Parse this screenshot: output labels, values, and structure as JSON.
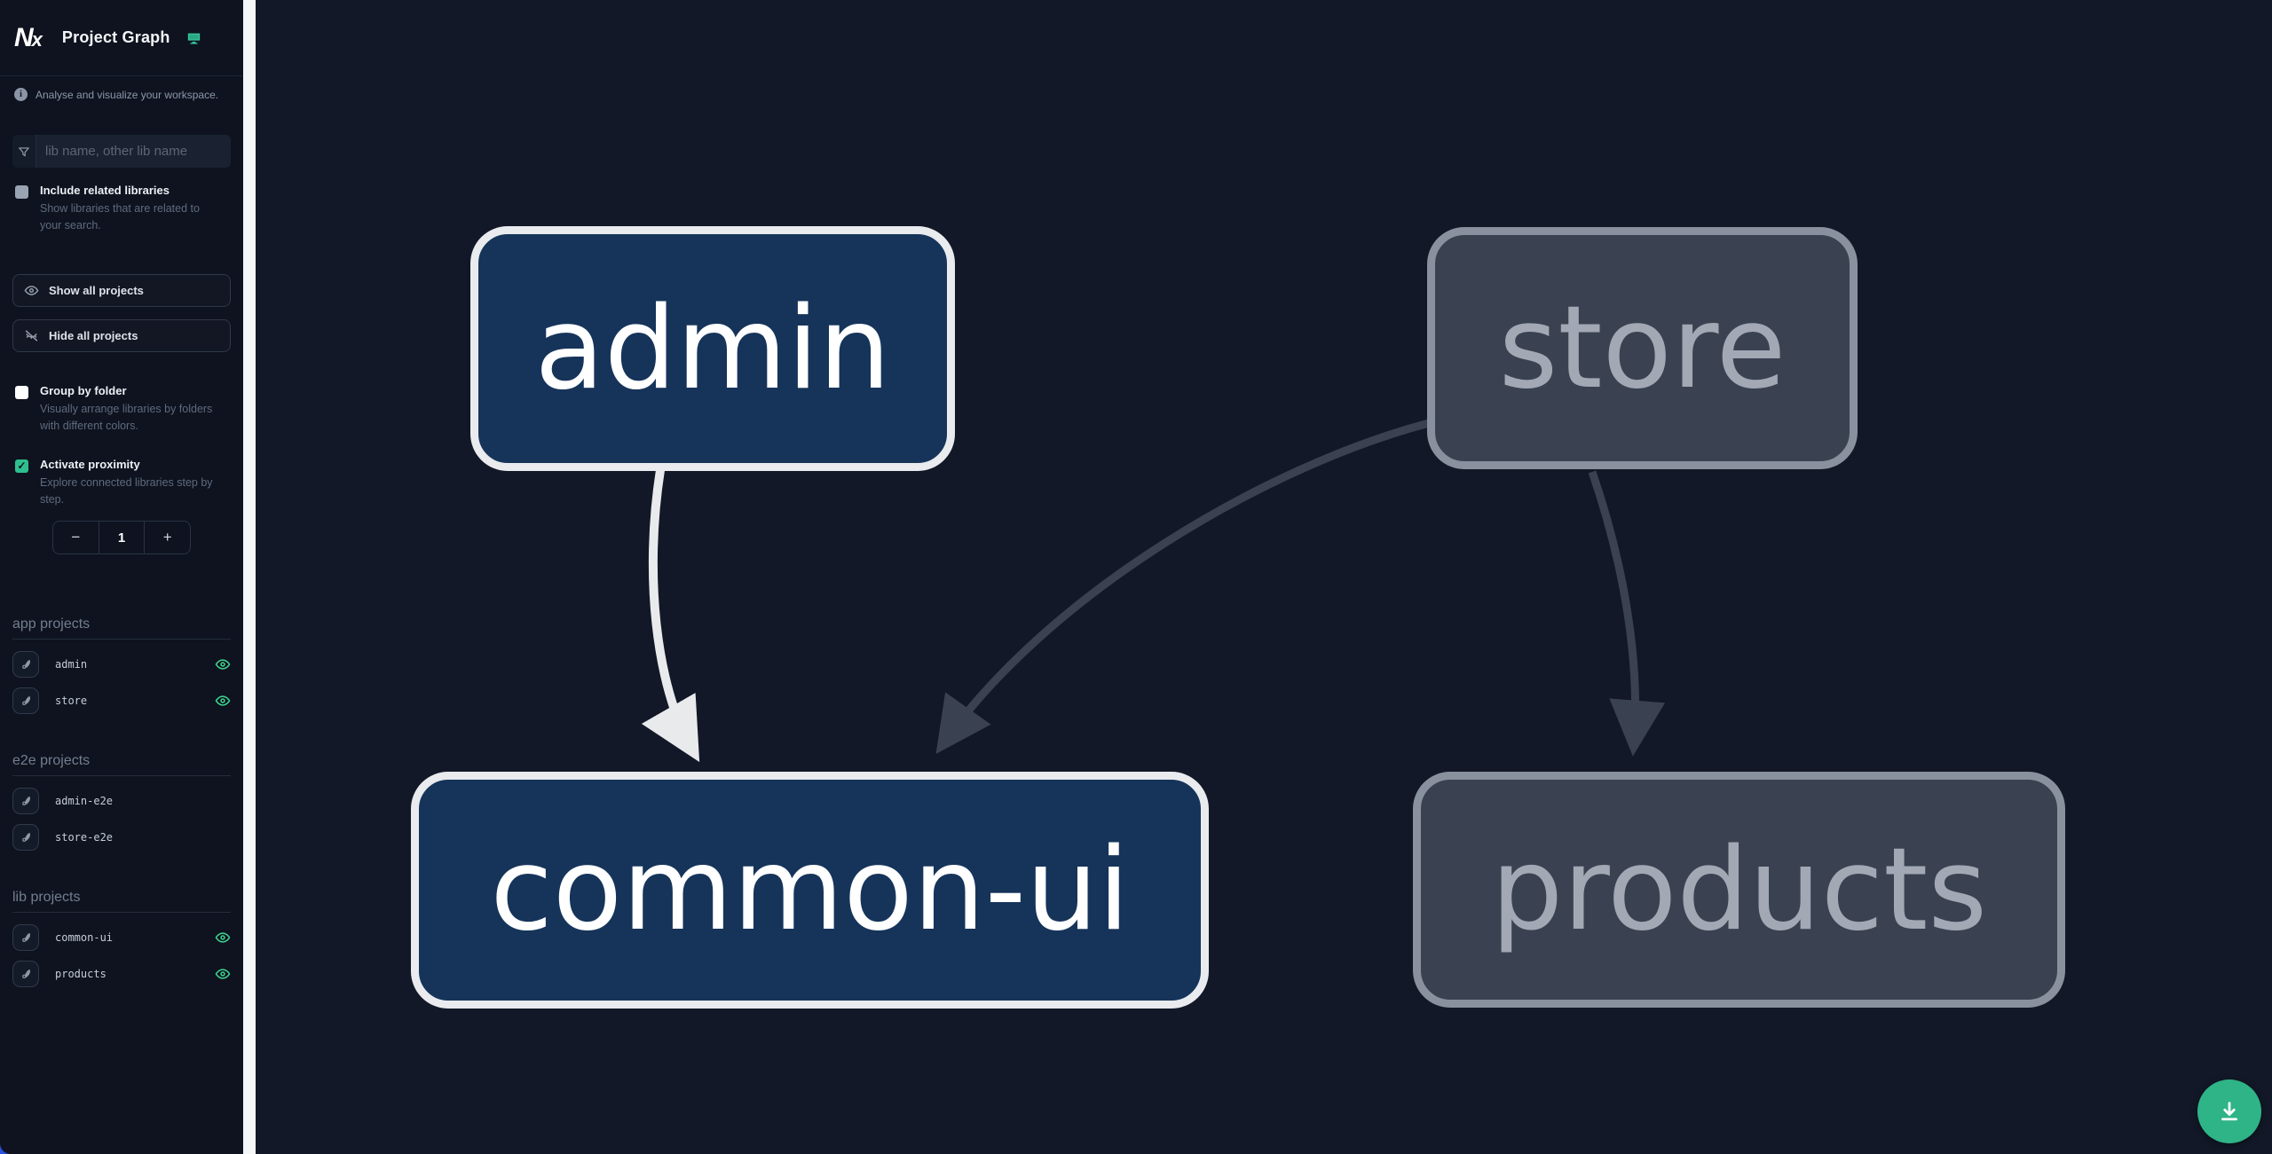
{
  "app": {
    "title": "Project Graph"
  },
  "sidebar": {
    "tagline": "Analyse and visualize your workspace.",
    "search": {
      "placeholder": "lib name, other lib name",
      "value": ""
    },
    "include_related": {
      "label": "Include related libraries",
      "desc": "Show libraries that are related to your search.",
      "checked": false
    },
    "buttons": {
      "show_all": "Show all projects",
      "hide_all": "Hide all projects"
    },
    "group_by_folder": {
      "label": "Group by folder",
      "desc": "Visually arrange libraries by folders with different colors.",
      "checked": false
    },
    "activate_proximity": {
      "label": "Activate proximity",
      "desc": "Explore connected libraries step by step.",
      "checked": true,
      "check_glyph": "✓"
    },
    "stepper": {
      "minus": "−",
      "value": "1",
      "plus": "+"
    },
    "sections": [
      {
        "label": "app projects",
        "items": [
          {
            "name": "admin",
            "visible": true
          },
          {
            "name": "store",
            "visible": true
          }
        ]
      },
      {
        "label": "e2e projects",
        "items": [
          {
            "name": "admin-e2e",
            "visible": false
          },
          {
            "name": "store-e2e",
            "visible": false
          }
        ]
      },
      {
        "label": "lib projects",
        "items": [
          {
            "name": "common-ui",
            "visible": true
          },
          {
            "name": "products",
            "visible": true
          }
        ]
      }
    ]
  },
  "graph": {
    "nodes": [
      {
        "id": "admin",
        "label": "admin",
        "state": "focused"
      },
      {
        "id": "store",
        "label": "store",
        "state": "faded"
      },
      {
        "id": "common-ui",
        "label": "common-ui",
        "state": "focused"
      },
      {
        "id": "products",
        "label": "products",
        "state": "faded"
      }
    ],
    "edges": [
      {
        "source": "admin",
        "target": "common-ui",
        "style": "light"
      },
      {
        "source": "store",
        "target": "common-ui",
        "style": "dark"
      },
      {
        "source": "store",
        "target": "products",
        "style": "dark"
      }
    ]
  },
  "colors": {
    "accent_green": "#3ed68f",
    "fab_green": "#2fb487",
    "teal_icon": "#36c79b",
    "node_focused_fill": "#16345a",
    "node_focused_border": "#e9ebee",
    "node_faded_fill": "#3a4252",
    "node_faded_border": "#8a919e",
    "edge_light": "#e8eaec",
    "edge_dark": "#3a4150",
    "sidebar_bg": "#0e131f",
    "canvas_bg": "#121827"
  }
}
